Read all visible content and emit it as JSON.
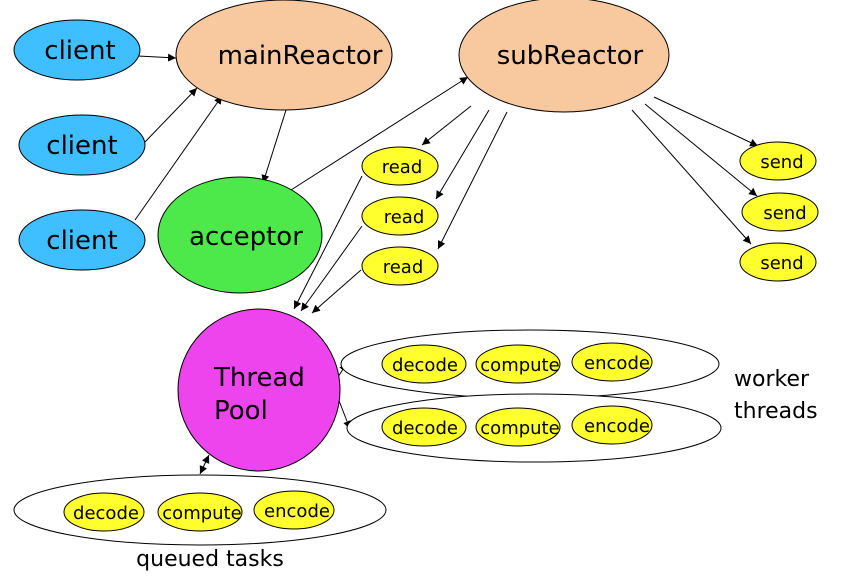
{
  "colors": {
    "client": "#3fbfff",
    "reactor": "#f8c89e",
    "acceptor": "#4de84a",
    "io": "#ffff2e",
    "pool": "#ee44ee",
    "stroke": "#000000",
    "container": "#ffffff"
  },
  "nodes": {
    "client_1": "client",
    "client_2": "client",
    "client_3": "client",
    "main_reactor": "mainReactor",
    "sub_reactor": "subReactor",
    "acceptor": "acceptor",
    "read_1": "read",
    "read_2": "read",
    "read_3": "read",
    "send_1": "send",
    "send_2": "send",
    "send_3": "send",
    "thread_pool_line1": "Thread",
    "thread_pool_line2": "Pool"
  },
  "worker_rows": [
    {
      "tasks": [
        "decode",
        "compute",
        "encode"
      ]
    },
    {
      "tasks": [
        "decode",
        "compute",
        "encode"
      ]
    }
  ],
  "queued_row": {
    "tasks": [
      "decode",
      "compute",
      "encode"
    ]
  },
  "labels": {
    "worker_threads_line1": "worker",
    "worker_threads_line2": "threads",
    "queued_tasks": "queued tasks"
  }
}
